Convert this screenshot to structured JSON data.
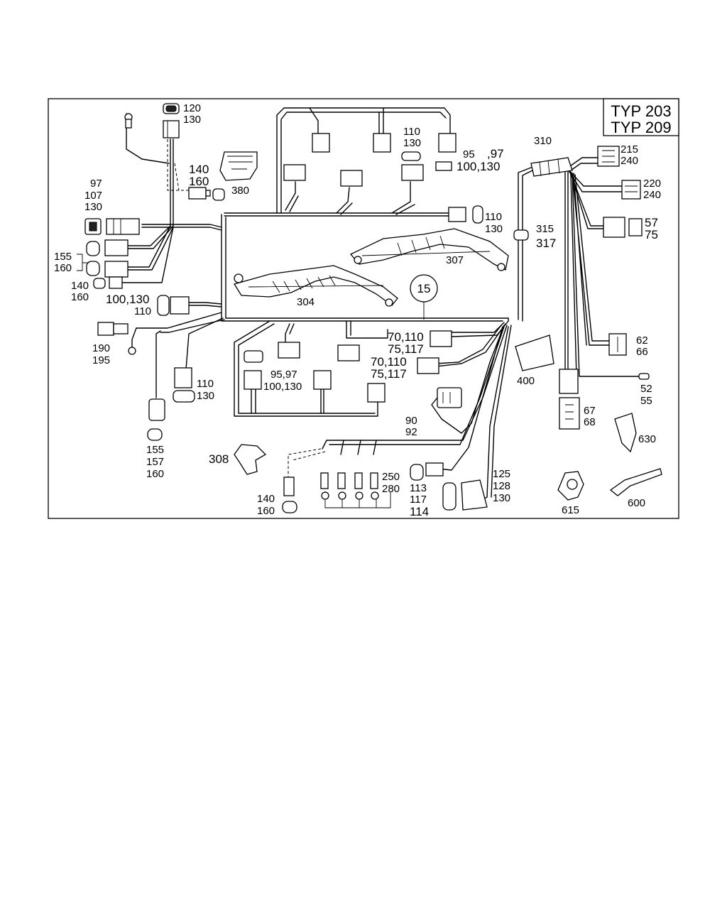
{
  "title": {
    "line1": "TYP 203",
    "line2": "TYP 209"
  },
  "callout": "15",
  "labels": {
    "l120_130": [
      "120",
      "130"
    ],
    "l140_160_top": [
      "140",
      "160"
    ],
    "l380": "380",
    "l97_107_130": [
      "97",
      "107",
      "130"
    ],
    "l155_160": [
      "155",
      "160"
    ],
    "l140_160_left": [
      "140",
      "160"
    ],
    "l100_130_110": [
      "100,130",
      "110"
    ],
    "l190_195": [
      "190",
      "195"
    ],
    "l155_157_160": [
      "155",
      "157",
      "160"
    ],
    "l308": "308",
    "l110_130_top": [
      "110",
      "130"
    ],
    "l95_97": [
      "95",
      ",97"
    ],
    "l100_130_top": "100,130",
    "l310": "310",
    "l215_240": [
      "215",
      "240"
    ],
    "l220_240": [
      "220",
      "240"
    ],
    "l57_75": [
      "57",
      "75"
    ],
    "l110_130_mid": [
      "110",
      "130"
    ],
    "l315_317": [
      "315",
      "317"
    ],
    "l307": "307",
    "l304": "304",
    "l70_110_75_117_a": [
      "70,110",
      "75,117"
    ],
    "l70_110_75_117_b": [
      "70,110",
      "75,117"
    ],
    "l95_97_100_130": [
      "95,97",
      "100,130"
    ],
    "l110_130_low": [
      "110",
      "130"
    ],
    "l400": "400",
    "l62_66": [
      "62",
      "66"
    ],
    "l52_55": [
      "52",
      "55"
    ],
    "l67_68": [
      "67",
      "68"
    ],
    "l630": "630",
    "l90_92": [
      "90",
      "92"
    ],
    "l250_280": [
      "250",
      "280"
    ],
    "l113_117_114": [
      "113",
      "117",
      "114"
    ],
    "l125_128_130": [
      "125",
      "128",
      "130"
    ],
    "l140_160_bottom": [
      "140",
      "160"
    ],
    "l615": "615",
    "l600": "600"
  }
}
